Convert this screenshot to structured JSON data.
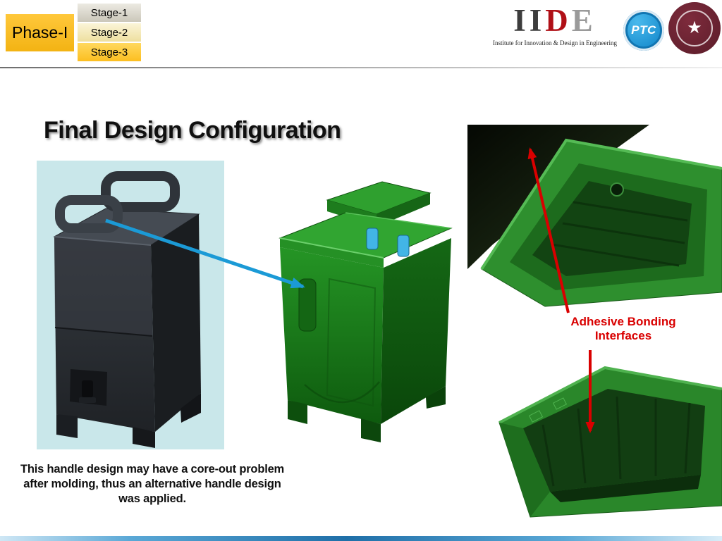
{
  "header": {
    "phase": "Phase-I",
    "stages": [
      {
        "label": "Stage-1"
      },
      {
        "label": "Stage-2"
      },
      {
        "label": "Stage-3"
      }
    ],
    "iide": {
      "letters": [
        "I",
        "I",
        "D",
        "E"
      ],
      "subtitle": "Institute for Innovation & Design in Engineering"
    },
    "ptc_label": "PTC"
  },
  "title": "Final Design Configuration",
  "annotations": {
    "adhesive_line1": "Adhesive Bonding",
    "adhesive_line2": "Interfaces"
  },
  "caption": "This handle design may have a core-out problem after molding, thus an alternative handle design was applied.",
  "colors": {
    "accent_yellow": "#FFC83B",
    "stage1_top": "#ECEAE2",
    "stage1_bottom": "#CBC7BA",
    "stage2_top": "#FBF5D8",
    "stage2_bottom": "#EEDF9F",
    "stage3_top": "#FFD95F",
    "stage3_bottom": "#FCBE20",
    "arrow_blue": "#1B9AD6",
    "annotation_red": "#D90000",
    "container_green": "#259525",
    "latch_blue": "#42B5E6",
    "panel_cyan": "#C9E7EA",
    "ptc_blue": "#1B8FD0",
    "seal_maroon": "#63202E",
    "iide_red": "#B01017"
  }
}
